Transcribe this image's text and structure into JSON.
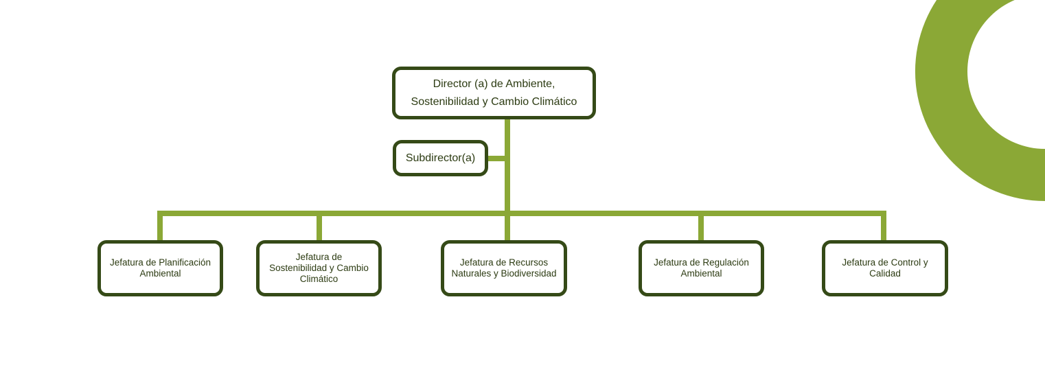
{
  "colors": {
    "accent": "#8ba836",
    "border": "#354a17",
    "text": "#2c3b12"
  },
  "org": {
    "top": {
      "line1": "Director (a) de Ambiente,",
      "line2": "Sostenibilidad y Cambio Climático"
    },
    "sub": {
      "label": "Subdirector(a)"
    },
    "children": [
      {
        "line1": "Jefatura de Planificación",
        "line2": "Ambiental",
        "line3": ""
      },
      {
        "line1": "Jefatura de",
        "line2": "Sostenibilidad y Cambio",
        "line3": "Climático"
      },
      {
        "line1": "Jefatura de Recursos",
        "line2": "Naturales y Biodiversidad",
        "line3": ""
      },
      {
        "line1": "Jefatura de Regulación",
        "line2": "Ambiental",
        "line3": ""
      },
      {
        "line1": "Jefatura de Control y",
        "line2": "Calidad",
        "line3": ""
      }
    ]
  }
}
